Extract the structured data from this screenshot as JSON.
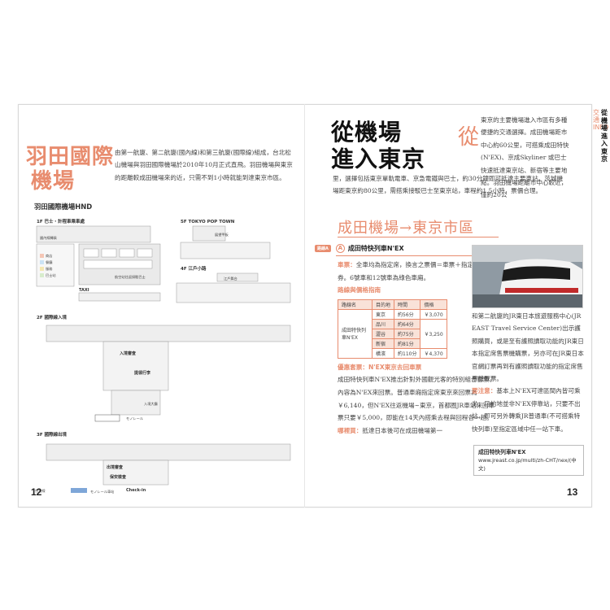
{
  "left_page": {
    "title_lines": [
      "羽田國際",
      "機場"
    ],
    "body": "由第一航廈、第二航廈(國內線)和第三航廈(國際線)組成，台北松山機場與羽田國際機場於2010年10月正式直飛。羽田機場與東京的距離較成田機場來的近，只需不到1小時就能到達東京市區。",
    "map_title": "羽田國際機場HND",
    "floor_1f": "1F 巴士・計程車乘車處",
    "floor_5f": "5F TOKYO POP TOWN",
    "floor_4f": "4F 江戶小路",
    "floor_2f": "2F 國際線入境",
    "floor_3f": "3F 國際線出境",
    "map_labels": {
      "domestic_bus": "國內線轉乘",
      "observation": "展望甲板",
      "edo": "江戶舞台",
      "taxi": "TAXI",
      "airport_bus": "航空站往返接駁巴士",
      "info": "入境審查",
      "baggage": "提領行李",
      "monorail": "モノレール",
      "checkin": "Check-in",
      "security": "保安檢查",
      "departure": "出境審查",
      "shop_info": "入境大廳",
      "keikyu": "京急線",
      "monorail2": "モノレール車站",
      "legend1": "商店",
      "legend2": "餐廳",
      "legend3": "服務",
      "legend4": "巴士站"
    },
    "page_number": "12"
  },
  "right_page": {
    "title_lines": [
      "從機場",
      "進入東京"
    ],
    "drop_cap": "從",
    "intro_side": "東京的主要機場進入市區有多種便捷的交通選擇。成田機場距市中心約60公里，可搭乘成田特快(N'EX)、京成Skyliner 或巴士快速抵達東京站、新宿等主要地點。羽田機場距離市中心較近，僅約20公",
    "intro_full": "里，選擇包括東京單軌電車、京急電鐵與巴士，約30分鐘即可抵達主要車站。茨城機場距東京約80公里，需搭乘接駁巴士至東京站，車程約1.5小時，票價合理。",
    "section_title": "成田機場→東京市區",
    "route_tag": "路線A",
    "route_title": "成田特快列車N'EX",
    "route_circle": "A",
    "car_label": "車票：",
    "car_text": "全車均為指定席，換言之票價＝車票＋指定席特急券。6號車和12號車為綠色車廂。",
    "price_label": "路線與價格指南",
    "table": {
      "headers": [
        "路線名",
        "目的地",
        "時間",
        "價格"
      ],
      "route_name": "成田特快列車N'EX",
      "rows": [
        [
          "東京",
          "約56分",
          "￥3,070"
        ],
        [
          "品川",
          "約64分",
          ""
        ],
        [
          "澀谷",
          "約75分",
          "￥3,250"
        ],
        [
          "新宿",
          "約81分",
          ""
        ],
        [
          "橫濱",
          "約110分",
          "￥4,370"
        ]
      ]
    },
    "promo_label": "優惠套票：N'EX東京去回車票",
    "promo_text": "成田特快列車N'EX推出針對外國觀光客的特別組合套票，內容為N'EX來回票。普通車廂指定席東京來回票為￥6,140，但N'EX往返機場~東京，首都圈JR車站來回車票只要￥5,000，即能在14天內搭乘去程與回程各一趟。",
    "where_label": "哪裡買：",
    "where_text": "抵達日本後可在成田機場第一",
    "right_col": "和第二航廈的JR東日本旅遊服務中心(JR EAST Travel Service Center)出示護照購買，或是至有護照讀取功能的JR東日本指定席售票機購票，另亦可在JR東日本官網訂票再到有護照讀取功能的指定席售票機取票。",
    "notice_label": "要注意：",
    "notice_text": "基本上N'EX可達區間內皆可乘坐，目的地並非N'EX停靠站，只要不出站，即可另外轉乘JR普通車(不可搭乘特快列車)至指定區域中任一站下車。",
    "info_title": "成田特快列車N'EX",
    "info_url": "www.jreast.co.jp/multi/zh-CHT/nex/(中文)",
    "page_number": "13",
    "side_small": "交通INFO",
    "side_bold": "從機場進入東京"
  },
  "colors": {
    "accent": "#e88c6e",
    "accent_light": "#f9e2d8"
  }
}
